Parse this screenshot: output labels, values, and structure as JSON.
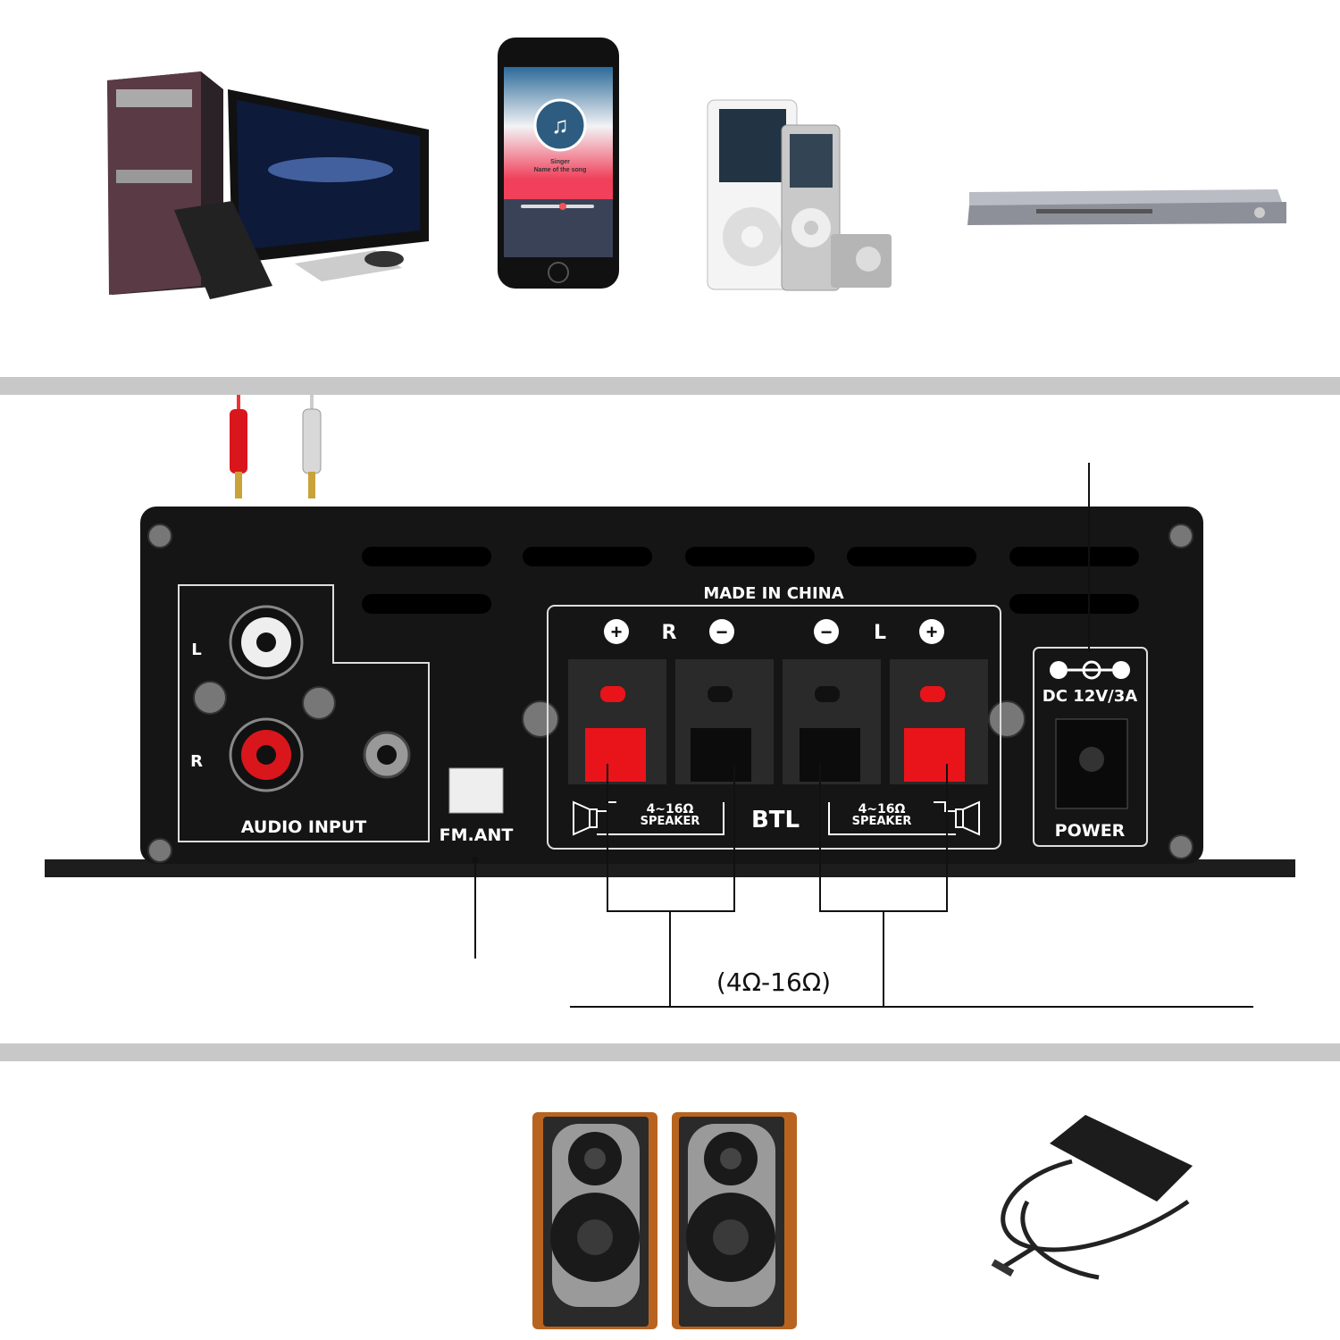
{
  "sources": {
    "phone": {
      "artist": "Singer",
      "song": "Name of the song"
    }
  },
  "amplifier": {
    "vent_label": "MADE IN CHINA",
    "channel_right": "R",
    "channel_left": "L",
    "input_left": "L",
    "input_right": "R",
    "audio_input": "AUDIO INPUT",
    "fm_ant": "FM.ANT",
    "speaker_impedance": "4~16Ω",
    "speaker_label": "SPEAKER",
    "btl": "BTL",
    "dc_rating": "DC 12V/3A",
    "power": "POWER",
    "terminal_plus": "+",
    "terminal_minus": "−"
  },
  "annotation": {
    "impedance_range": "(4Ω-16Ω)"
  },
  "colors": {
    "band": "#c8c8c8",
    "panel": "#151515",
    "terminal_red": "#e8141a",
    "white": "#ffffff"
  }
}
